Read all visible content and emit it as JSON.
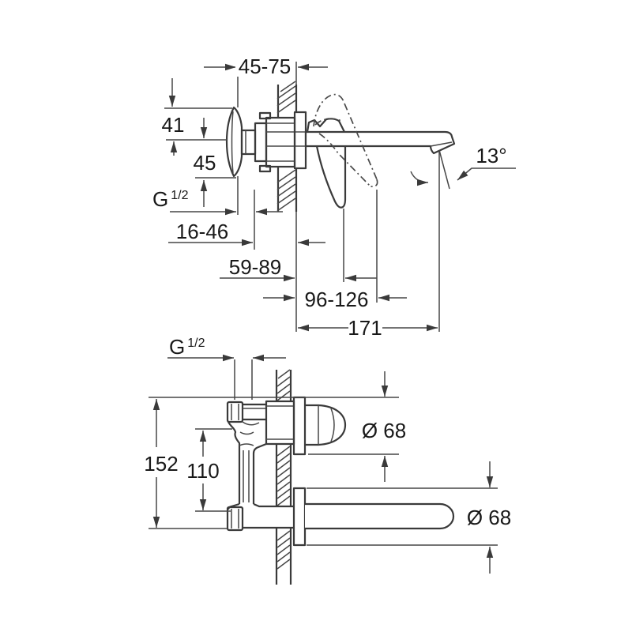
{
  "drawing": {
    "background": "#ffffff",
    "line_color": "#3a3a3a",
    "text_color": "#191919",
    "views": {
      "side_view": {
        "dim_wall_depth": "45-75",
        "dim_knob_top": "41",
        "dim_knob_bottom": "45",
        "thread_label": {
          "base": "G",
          "fraction": "1/2"
        },
        "dim_rough_in_depth": "16-46",
        "dim_plate_offset": "59-89",
        "dim_handle_clearance": "96-126",
        "dim_spout_reach": "171",
        "spray_angle": "13°"
      },
      "installation_view": {
        "thread_label": {
          "base": "G",
          "fraction": "1/2"
        },
        "dim_overall_height": "152",
        "dim_connection_spacing": "110",
        "dim_handle_escutcheon_diameter": "Ø 68",
        "dim_spout_escutcheon_diameter": "Ø 68"
      }
    }
  }
}
